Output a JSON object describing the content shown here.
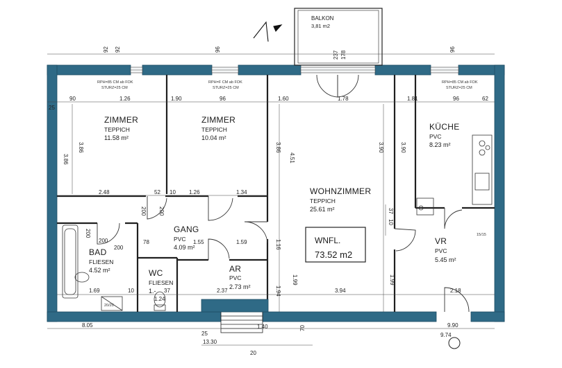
{
  "plan": {
    "balcony": {
      "name": "BALKON",
      "area": "3,81 m2"
    },
    "rooms": [
      {
        "id": "zimmer-1",
        "name": "ZIMMER",
        "floor": "TEPPICH",
        "area": "11.58 m²"
      },
      {
        "id": "zimmer-2",
        "name": "ZIMMER",
        "floor": "TEPPICH",
        "area": "10.04 m²"
      },
      {
        "id": "kueche",
        "name": "KÜCHE",
        "floor": "PVC",
        "area": "8.23 m²"
      },
      {
        "id": "wohnzimmer",
        "name": "WOHNZIMMER",
        "floor": "TEPPICH",
        "area": "25.61 m²"
      },
      {
        "id": "gang",
        "name": "GANG",
        "floor": "PVC",
        "area": "4.09 m²"
      },
      {
        "id": "bad",
        "name": "BAD",
        "floor": "FLIESEN",
        "area": "4.52 m²"
      },
      {
        "id": "wc",
        "name": "WC",
        "floor": "FLIESEN",
        "area": "1.-"
      },
      {
        "id": "ar",
        "name": "AR",
        "floor": "PVC",
        "area": "2.73 m²"
      },
      {
        "id": "vr",
        "name": "VR",
        "floor": "PVC",
        "area": "5.45 m²"
      }
    ],
    "total": {
      "label": "WNFL.",
      "value": "73.52 m2"
    },
    "window_notes": [
      {
        "line1": "RPH=85 CM ab FOK",
        "line2": "STURZ=25 CM"
      },
      {
        "line1": "RPH=F CM ab FOK",
        "line2": "STURZ=25 CM"
      },
      {
        "line1": "RPH=85 CM ab FOK",
        "line2": "STURZ=25 CM"
      }
    ],
    "small_notes": {
      "schacht": "20/20",
      "kueche_flue": "15/15"
    },
    "dimensions": {
      "top_row": [
        "90",
        "1.26",
        "1.90",
        "96",
        "1.60",
        "1.78",
        "1.81",
        "96",
        "62"
      ],
      "top_openings": [
        "92",
        "92",
        "96",
        "237",
        "178",
        "96"
      ],
      "left": [
        "25",
        "3.86"
      ],
      "heights": [
        "3.86",
        "3.86",
        "4.51",
        "3.90",
        "3.90"
      ],
      "mid_row": [
        "2.48",
        "52",
        "10",
        "1.26",
        "1.34"
      ],
      "gang": [
        "78",
        "1.55",
        "1.59"
      ],
      "vertical_inner": [
        "200",
        "200",
        "200",
        "200",
        "1.16",
        "1.99",
        "1.99",
        "1.94",
        "37",
        "10"
      ],
      "bottom_inner": [
        "1.69",
        "10",
        "37",
        "1.24",
        "2.37",
        "3.94",
        "2.18"
      ],
      "bottom": [
        "8.05",
        "25",
        "9.90",
        "9.74",
        "13.30",
        "1.40",
        "70",
        "20"
      ],
      "bad": [
        "200"
      ]
    }
  }
}
